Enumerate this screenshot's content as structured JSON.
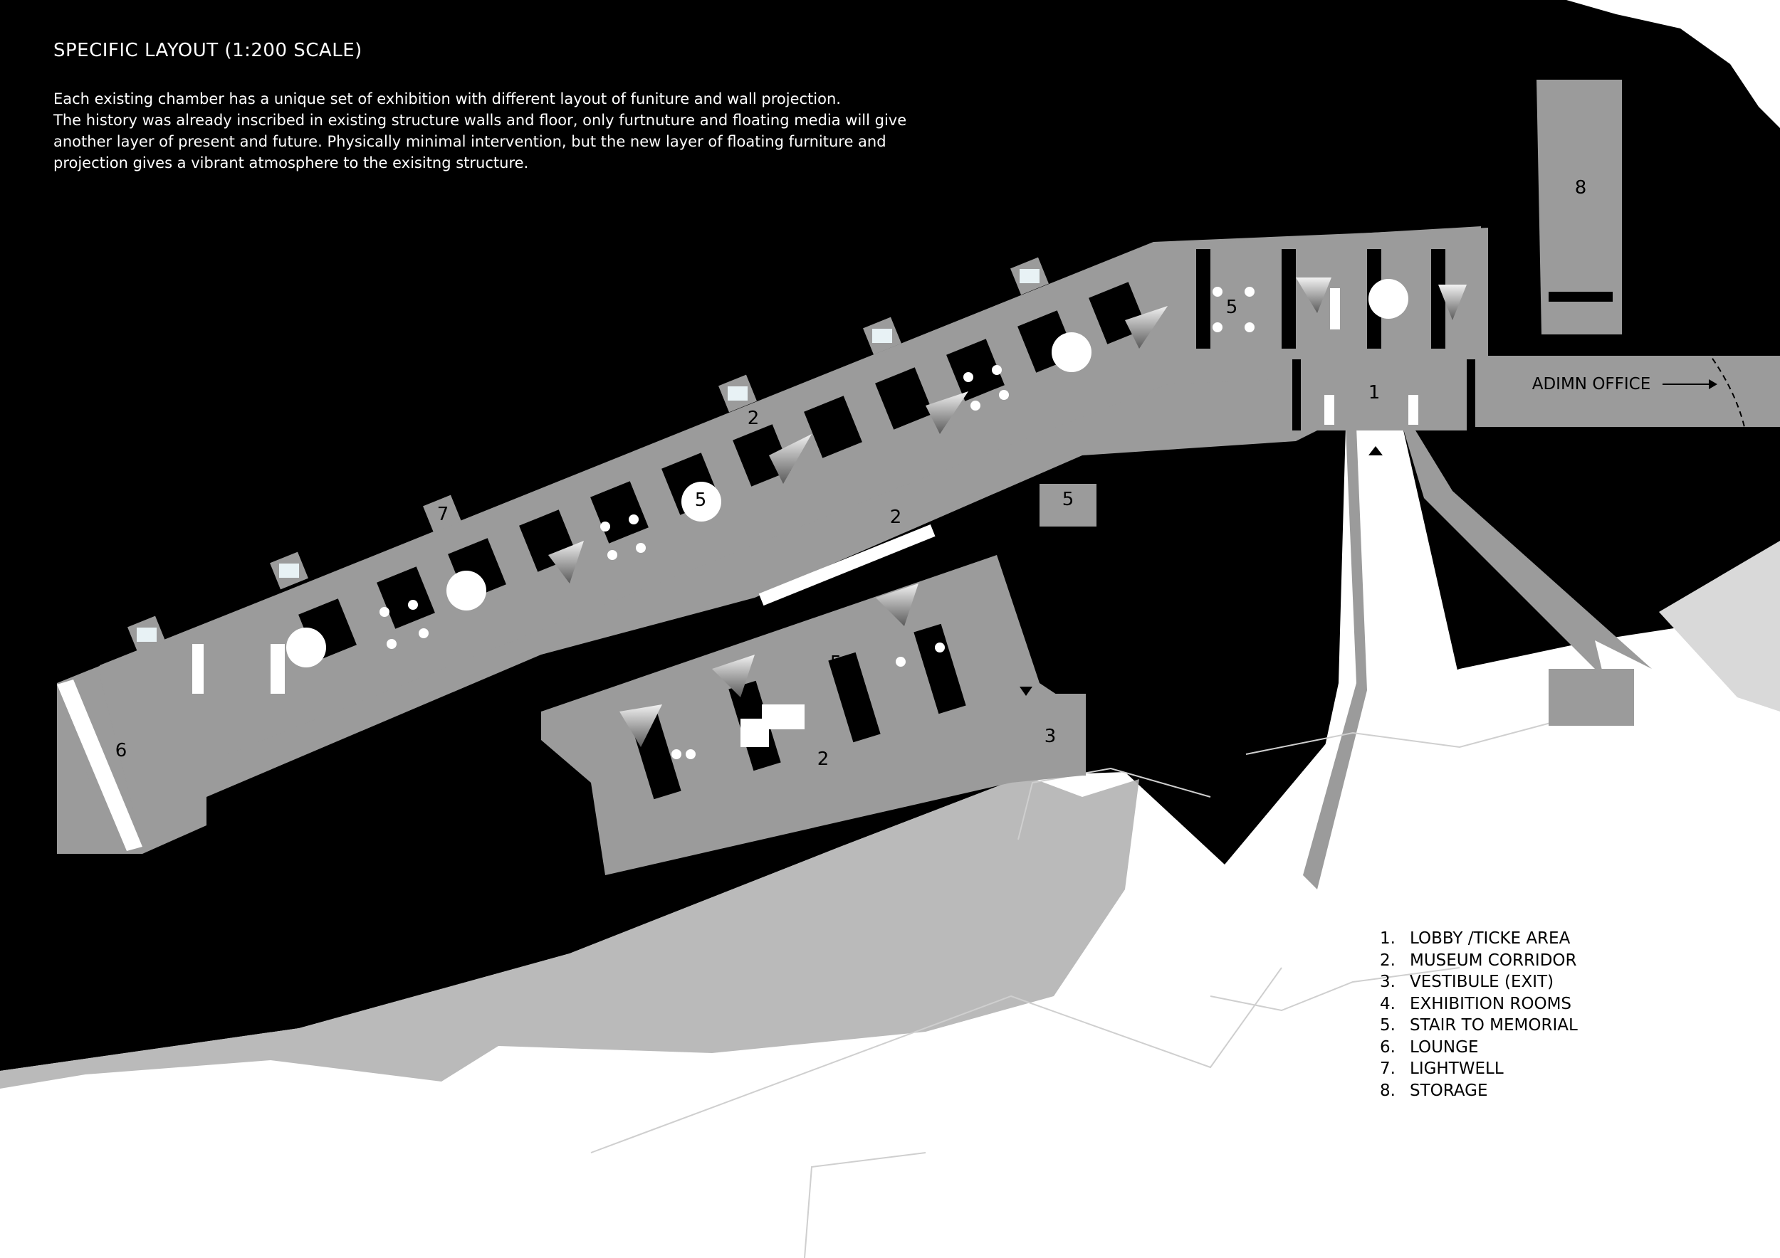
{
  "title": "SPECIFIC LAYOUT (1:200 SCALE)",
  "description": [
    "Each existing chamber has a unique set of exhibition with different layout of funiture and wall projection.",
    "The history was already inscribed in existing structure walls and floor, only furtnuture and floating media will give",
    "another layer of present and future. Physically minimal intervention, but the new layer of floating furniture and",
    "projection gives a vibrant atmosphere to the exisitng structure."
  ],
  "labels": {
    "admin_office": "ADIMN OFFICE",
    "lobby": "1",
    "corridor": "2",
    "vestibule": "3",
    "stair": "5",
    "lounge": "6",
    "lightwell": "7",
    "storage": "8"
  },
  "legend": [
    {
      "num": "1.",
      "label": "LOBBY /TICKE AREA"
    },
    {
      "num": "2.",
      "label": "MUSEUM CORRIDOR"
    },
    {
      "num": "3.",
      "label": "VESTIBULE (EXIT)"
    },
    {
      "num": "4.",
      "label": "EXHIBITION ROOMS"
    },
    {
      "num": "5.",
      "label": "STAIR TO MEMORIAL"
    },
    {
      "num": "6.",
      "label": "LOUNGE"
    },
    {
      "num": "7.",
      "label": "LIGHTWELL"
    },
    {
      "num": "8.",
      "label": "STORAGE"
    }
  ],
  "colors": {
    "background": "#000000",
    "ground": "#ffffff",
    "terrain_shadow": "#a6a6a6",
    "floor": "#9b9b9b",
    "text_on_dark": "#ffffff",
    "text_on_light": "#000000"
  }
}
